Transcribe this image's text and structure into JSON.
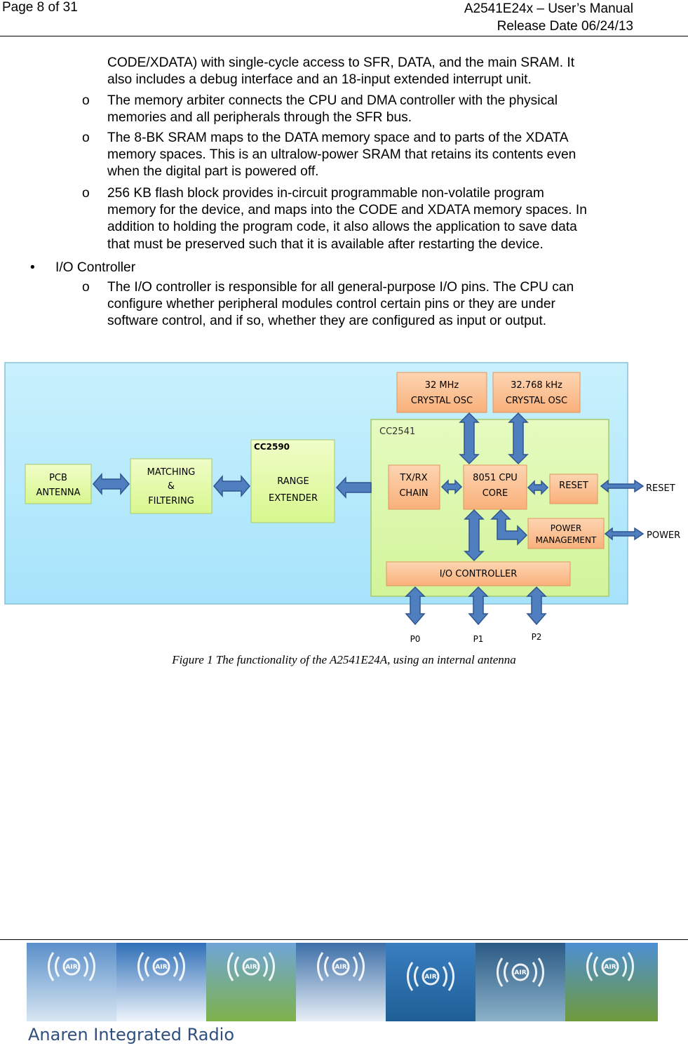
{
  "header": {
    "page": "Page 8 of 31",
    "title": "A2541E24x – User’s Manual",
    "release": "Release Date 06/24/13"
  },
  "body": {
    "cont_line1": "CODE/XDATA) with single-cycle access to SFR, DATA, and the main SRAM. It",
    "cont_line2": "also includes a debug interface and an 18-input extended interrupt unit.",
    "sub1_line1": "The memory arbiter connects the CPU and DMA controller with the physical",
    "sub1_line2": "memories and all peripherals through the SFR bus.",
    "sub2_line1": "The 8-BK SRAM maps to the DATA memory space and to parts of the XDATA",
    "sub2_line2": "memory spaces. This is an ultralow-power SRAM that retains its contents even",
    "sub2_line3": "when the digital part is powered off.",
    "sub3_line1": "256 KB flash block provides in-circuit programmable non-volatile program",
    "sub3_line2": "memory for the device, and maps into the CODE and XDATA memory spaces. In",
    "sub3_line3": "addition to holding the program code, it also allows the application to save data",
    "sub3_line4": "that must be preserved such that it is available after restarting the device.",
    "bullet_label": "I/O Controller",
    "sub4_line1": "The I/O controller is responsible for all general-purpose I/O pins. The CPU can",
    "sub4_line2": "configure whether peripheral modules control certain pins or they are under",
    "sub4_line3": "software control, and if so, whether they are configured as input or output.",
    "sub_marker": "o",
    "bullet_marker": "•"
  },
  "diagram": {
    "osc32m_l1": "32 MHz",
    "osc32m_l2": "CRYSTAL OSC",
    "osc32k_l1": "32.768 kHz",
    "osc32k_l2": "CRYSTAL OSC",
    "cc2541": "CC2541",
    "cc2590_title": "CC2590",
    "cc2590_l1": "RANGE",
    "cc2590_l2": "EXTENDER",
    "pcb_l1": "PCB",
    "pcb_l2": "ANTENNA",
    "match_l1": "MATCHING",
    "match_l2": "&",
    "match_l3": "FILTERING",
    "txrx_l1": "TX/RX",
    "txrx_l2": "CHAIN",
    "cpu_l1": "8051 CPU",
    "cpu_l2": "CORE",
    "reset_box": "RESET",
    "pm_l1": "POWER",
    "pm_l2": "MANAGEMENT",
    "io_ctrl": "I/O CONTROLLER",
    "ext_reset": "RESET",
    "ext_power": "POWER",
    "p0": "P0",
    "p1": "P1",
    "p2": "P2"
  },
  "caption": "Figure 1 The functionality of the A2541E24A, using an internal antenna",
  "footer": {
    "brand": "Anaren Integrated Radio",
    "logo_text": "AIR"
  },
  "colors": {
    "panel_bg": "#a9e6fb",
    "cc2541_bg": "#d9f7a6",
    "orange_box": "#fbbd8a",
    "green_box": "#e2fb9e",
    "arrow_fill": "#4f7fbf",
    "arrow_stroke": "#2d4f86"
  }
}
